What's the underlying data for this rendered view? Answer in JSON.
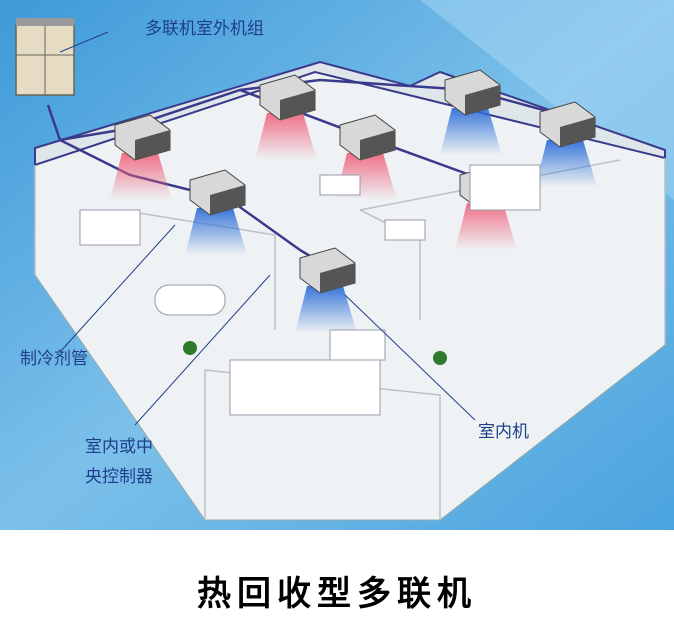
{
  "labels": {
    "outdoor_unit": "多联机室外机组",
    "refrigerant_pipe": "制冷剂管",
    "controller_line1": "室内或中",
    "controller_line2": "央控制器",
    "indoor_unit": "室内机"
  },
  "caption": "热回收型多联机",
  "colors": {
    "background_blue": "#4aa3de",
    "heating_air": "#f0607a",
    "cooling_air": "#2f6fd8",
    "pipe": "#3a3a8c",
    "label_text": "#1f3f8a"
  },
  "indoor_units": [
    {
      "mode": "heating"
    },
    {
      "mode": "heating"
    },
    {
      "mode": "heating"
    },
    {
      "mode": "cooling"
    },
    {
      "mode": "cooling"
    },
    {
      "mode": "heating"
    },
    {
      "mode": "cooling"
    },
    {
      "mode": "cooling"
    }
  ]
}
